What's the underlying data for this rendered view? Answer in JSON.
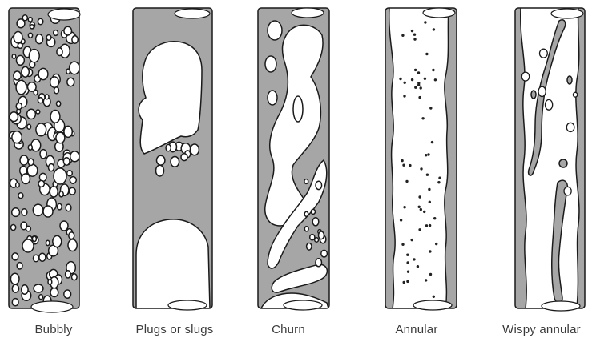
{
  "figure": {
    "regimes": [
      {
        "key": "bubbly",
        "label": "Bubbly"
      },
      {
        "key": "plugs",
        "label": "Plugs or slugs"
      },
      {
        "key": "churn",
        "label": "Churn"
      },
      {
        "key": "annular",
        "label": "Annular"
      },
      {
        "key": "wispy",
        "label": "Wispy annular"
      }
    ]
  },
  "colors": {
    "liquid": "#a6a6a6",
    "gas": "#ffffff",
    "outline": "#1a1a1a",
    "droplet": "#222222"
  }
}
